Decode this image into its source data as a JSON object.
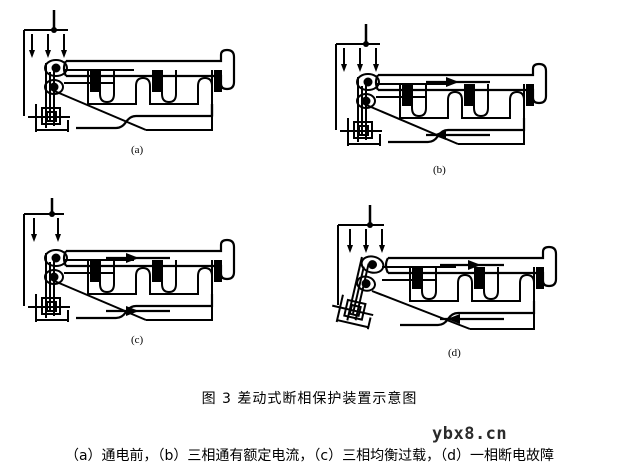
{
  "figure": {
    "title": "图 3 差动式断相保护装置示意图",
    "caption": "（a）通电前，（b）三相通有额定电流，（c）三相均衡过载，（d）一相断电故障",
    "watermark": "ybx8.cn"
  },
  "panels": [
    {
      "id": "a",
      "label": "(a)",
      "state": "通电前",
      "lever_tilted": false,
      "arrows": []
    },
    {
      "id": "b",
      "label": "(b)",
      "state": "三相通有额定电流",
      "lever_tilted": false,
      "arrows": [
        "right",
        "left"
      ]
    },
    {
      "id": "c",
      "label": "(c)",
      "state": "三相均衡过载",
      "lever_tilted": false,
      "arrows": [
        "right",
        "right"
      ]
    },
    {
      "id": "d",
      "label": "(d)",
      "state": "一相断电故障",
      "lever_tilted": true,
      "arrows": [
        "right",
        "left"
      ]
    }
  ],
  "colors": {
    "line": "#000000",
    "background": "#ffffff",
    "watermark": "#2b2b2b"
  }
}
